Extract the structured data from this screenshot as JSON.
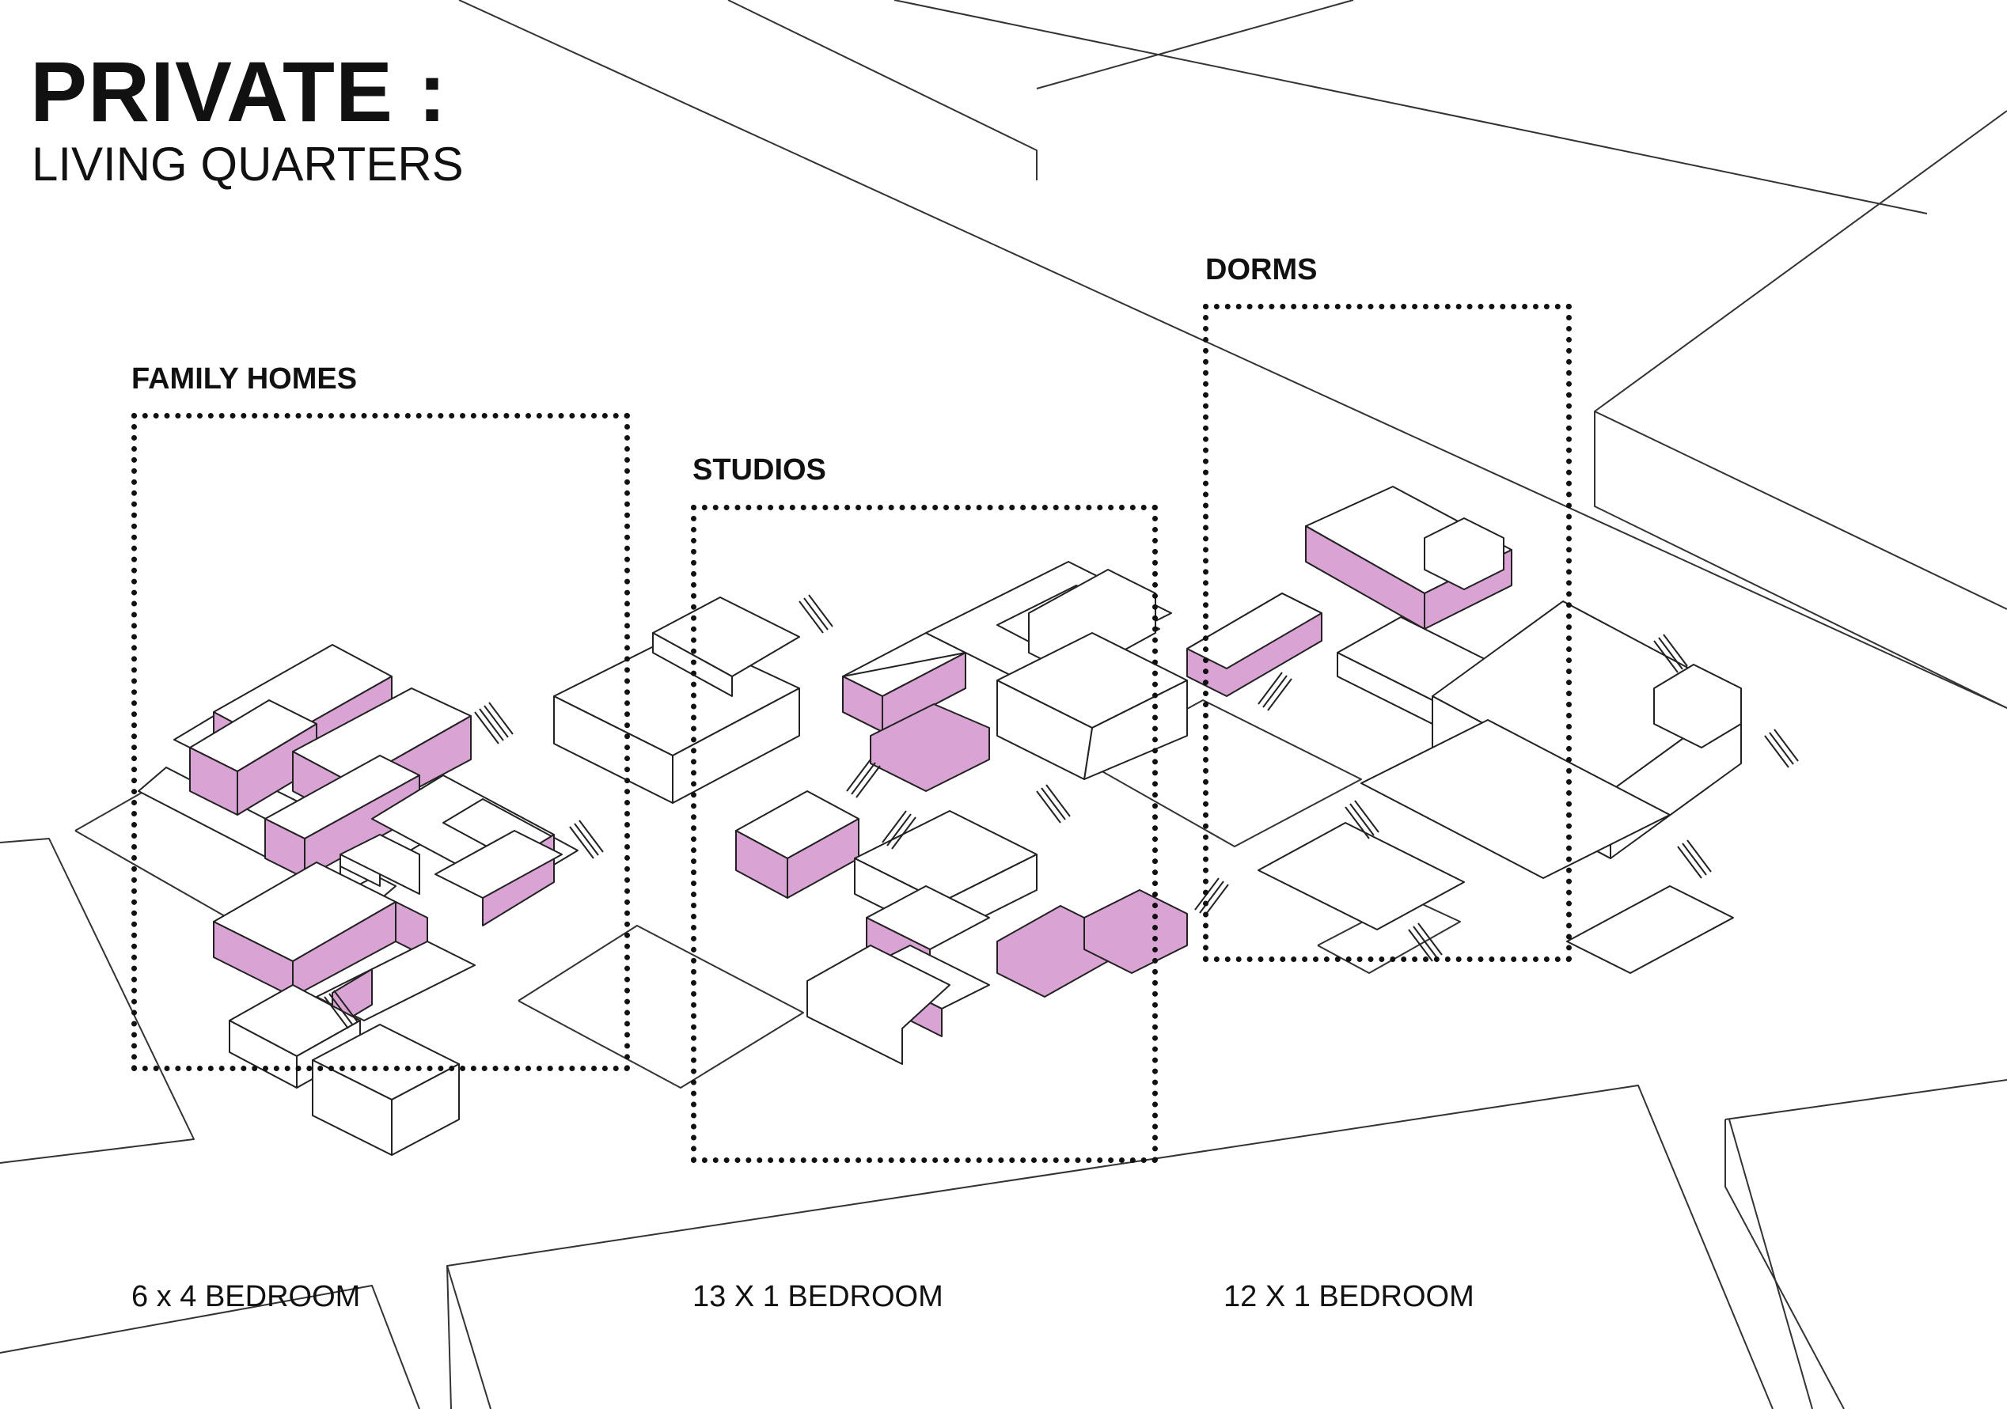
{
  "title": "PRIVATE :",
  "subtitle": "LIVING QUARTERS",
  "zones": [
    {
      "name": "FAMILY HOMES",
      "count": "6 x 4 BEDROOM"
    },
    {
      "name": "STUDIOS",
      "count": "13 X 1 BEDROOM"
    },
    {
      "name": "DORMS",
      "count": "12 X 1 BEDROOM"
    }
  ],
  "colors": {
    "ink": "#111111",
    "highlight": "#d9a3d4",
    "background": "#ffffff"
  }
}
